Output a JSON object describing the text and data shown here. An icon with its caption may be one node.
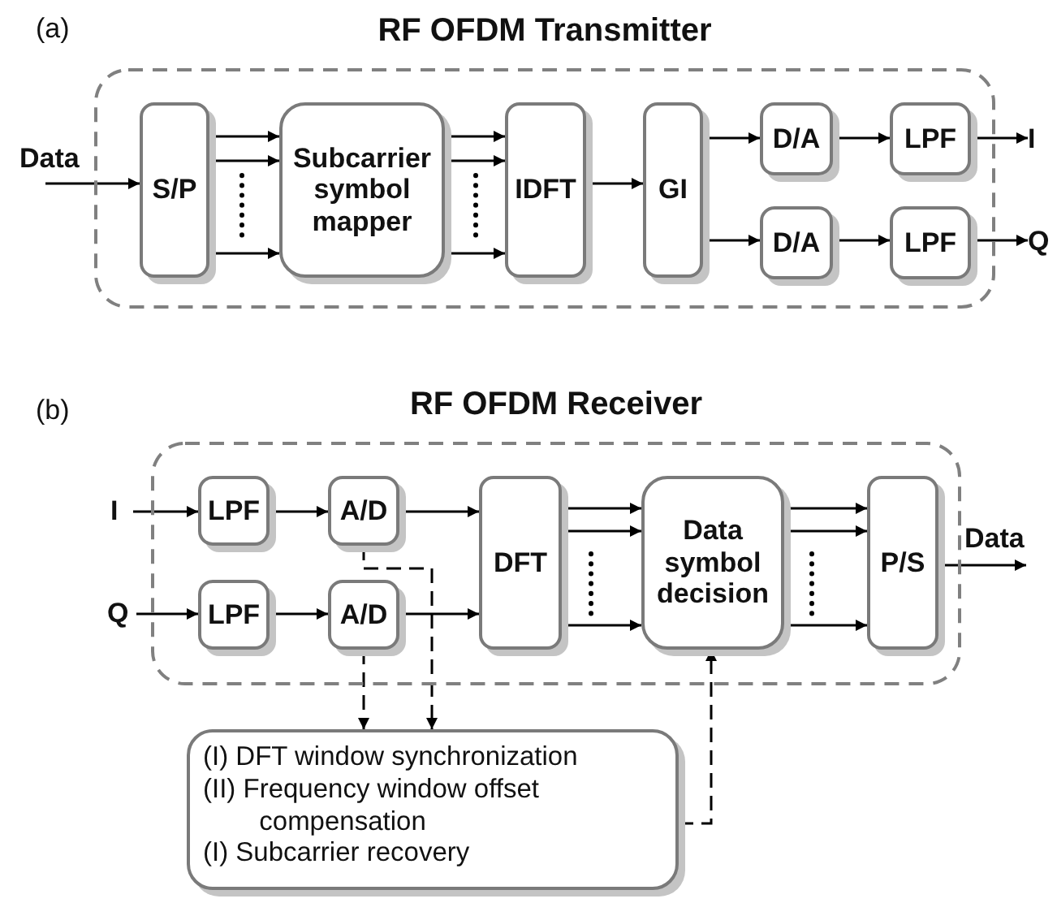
{
  "diagram": {
    "nodes": [
      {
        "text": [
          "RF OFDM Transmitter"
        ]
      },
      {
        "text": [
          "Data"
        ]
      },
      {
        "text": [
          "S/P"
        ],
        "in": 0
      },
      {
        "text": [
          "Subcarrier symbol mapper"
        ],
        "in": 0
      },
      {
        "text": [
          "IDFT"
        ],
        "in": 0
      },
      {
        "text": [
          "GI"
        ],
        "in": 0
      },
      {
        "text": [
          "D/A"
        ],
        "in": 0
      },
      {
        "text": [
          "LPF"
        ],
        "in": 0
      },
      {
        "text": [
          "D/A"
        ],
        "in": 0
      },
      {
        "text": [
          "LPF"
        ],
        "in": 0
      },
      {
        "text": [
          "I"
        ]
      },
      {
        "text": [
          "Q"
        ]
      },
      {
        "text": [
          "RF OFDM Receiver"
        ]
      },
      {
        "text": [
          "I"
        ]
      },
      {
        "text": [
          "LPF"
        ],
        "in": 12
      },
      {
        "text": [
          "A/D"
        ],
        "in": 12
      },
      {
        "text": [
          "Q"
        ]
      },
      {
        "text": [
          "LPF"
        ],
        "in": 12
      },
      {
        "text": [
          "A/D"
        ],
        "in": 12
      },
      {
        "text": [
          "DFT"
        ],
        "in": 12
      },
      {
        "text": [
          "Data symbol decision"
        ],
        "in": 12
      },
      {
        "text": [
          "P/S"
        ],
        "in": 12
      },
      {
        "text": [
          "Data"
        ]
      },
      {
        "text": [
          "(I) DFT window synchronization",
          "(II) Frequency window offset compensation",
          "(I) Subcarrier recovery"
        ]
      }
    ],
    "edges": [
      {
        "from": 1,
        "to": 2,
        "arrow": "to"
      },
      {
        "from": 2,
        "to": 3,
        "arrow": "to"
      },
      {
        "from": 2,
        "to": 3,
        "arrow": "to"
      },
      {
        "from": 2,
        "to": 3,
        "arrow": "to"
      },
      {
        "from": 3,
        "to": 4,
        "arrow": "to"
      },
      {
        "from": 3,
        "to": 4,
        "arrow": "to"
      },
      {
        "from": 3,
        "to": 4,
        "arrow": "to"
      },
      {
        "from": 4,
        "to": 5,
        "arrow": "to"
      },
      {
        "from": 5,
        "to": 6,
        "arrow": "to"
      },
      {
        "from": 5,
        "to": 8,
        "arrow": "to"
      },
      {
        "from": 6,
        "to": 7,
        "arrow": "to"
      },
      {
        "from": 8,
        "to": 9,
        "arrow": "to"
      },
      {
        "from": 7,
        "to": 10,
        "arrow": "to"
      },
      {
        "from": 9,
        "to": 11,
        "arrow": "to"
      },
      {
        "from": 13,
        "to": 14,
        "arrow": "to"
      },
      {
        "from": 14,
        "to": 15,
        "arrow": "to"
      },
      {
        "from": 16,
        "to": 17,
        "arrow": "to"
      },
      {
        "from": 17,
        "to": 18,
        "arrow": "to"
      },
      {
        "from": 15,
        "to": 19,
        "arrow": "to"
      },
      {
        "from": 18,
        "to": 19,
        "arrow": "to"
      },
      {
        "from": 19,
        "to": 20,
        "arrow": "to"
      },
      {
        "from": 19,
        "to": 20,
        "arrow": "to"
      },
      {
        "from": 19,
        "to": 20,
        "arrow": "to"
      },
      {
        "from": 20,
        "to": 21,
        "arrow": "to"
      },
      {
        "from": 20,
        "to": 21,
        "arrow": "to"
      },
      {
        "from": 20,
        "to": 21,
        "arrow": "to"
      },
      {
        "from": 21,
        "to": 22,
        "arrow": "to"
      },
      {
        "from": 15,
        "to": 23,
        "arrow": "to",
        "style": "dashed"
      },
      {
        "from": 18,
        "to": 23,
        "arrow": "to",
        "style": "dashed"
      },
      {
        "from": 23,
        "to": 20,
        "arrow": "to",
        "style": "dashed"
      }
    ],
    "labels": [
      "(a)",
      "(b)"
    ]
  }
}
